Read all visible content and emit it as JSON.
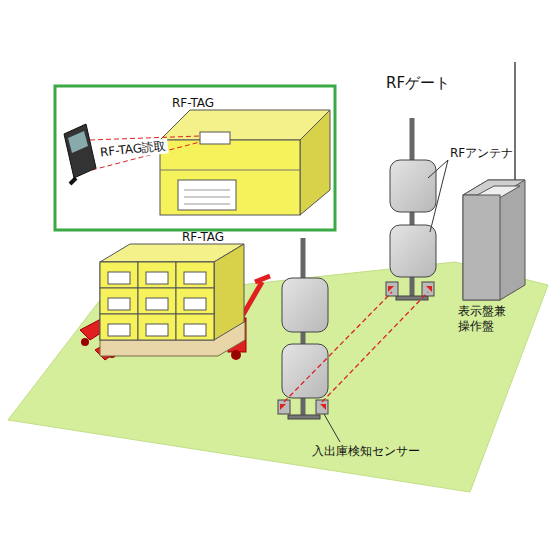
{
  "diagram": {
    "labels": [
      "RF-TAG",
      "RF-TAG読取",
      "RF-TAG",
      "RFゲート",
      "RFアンテナ",
      "表示盤兼 操作盤",
      "入出庫検知センサー"
    ]
  }
}
